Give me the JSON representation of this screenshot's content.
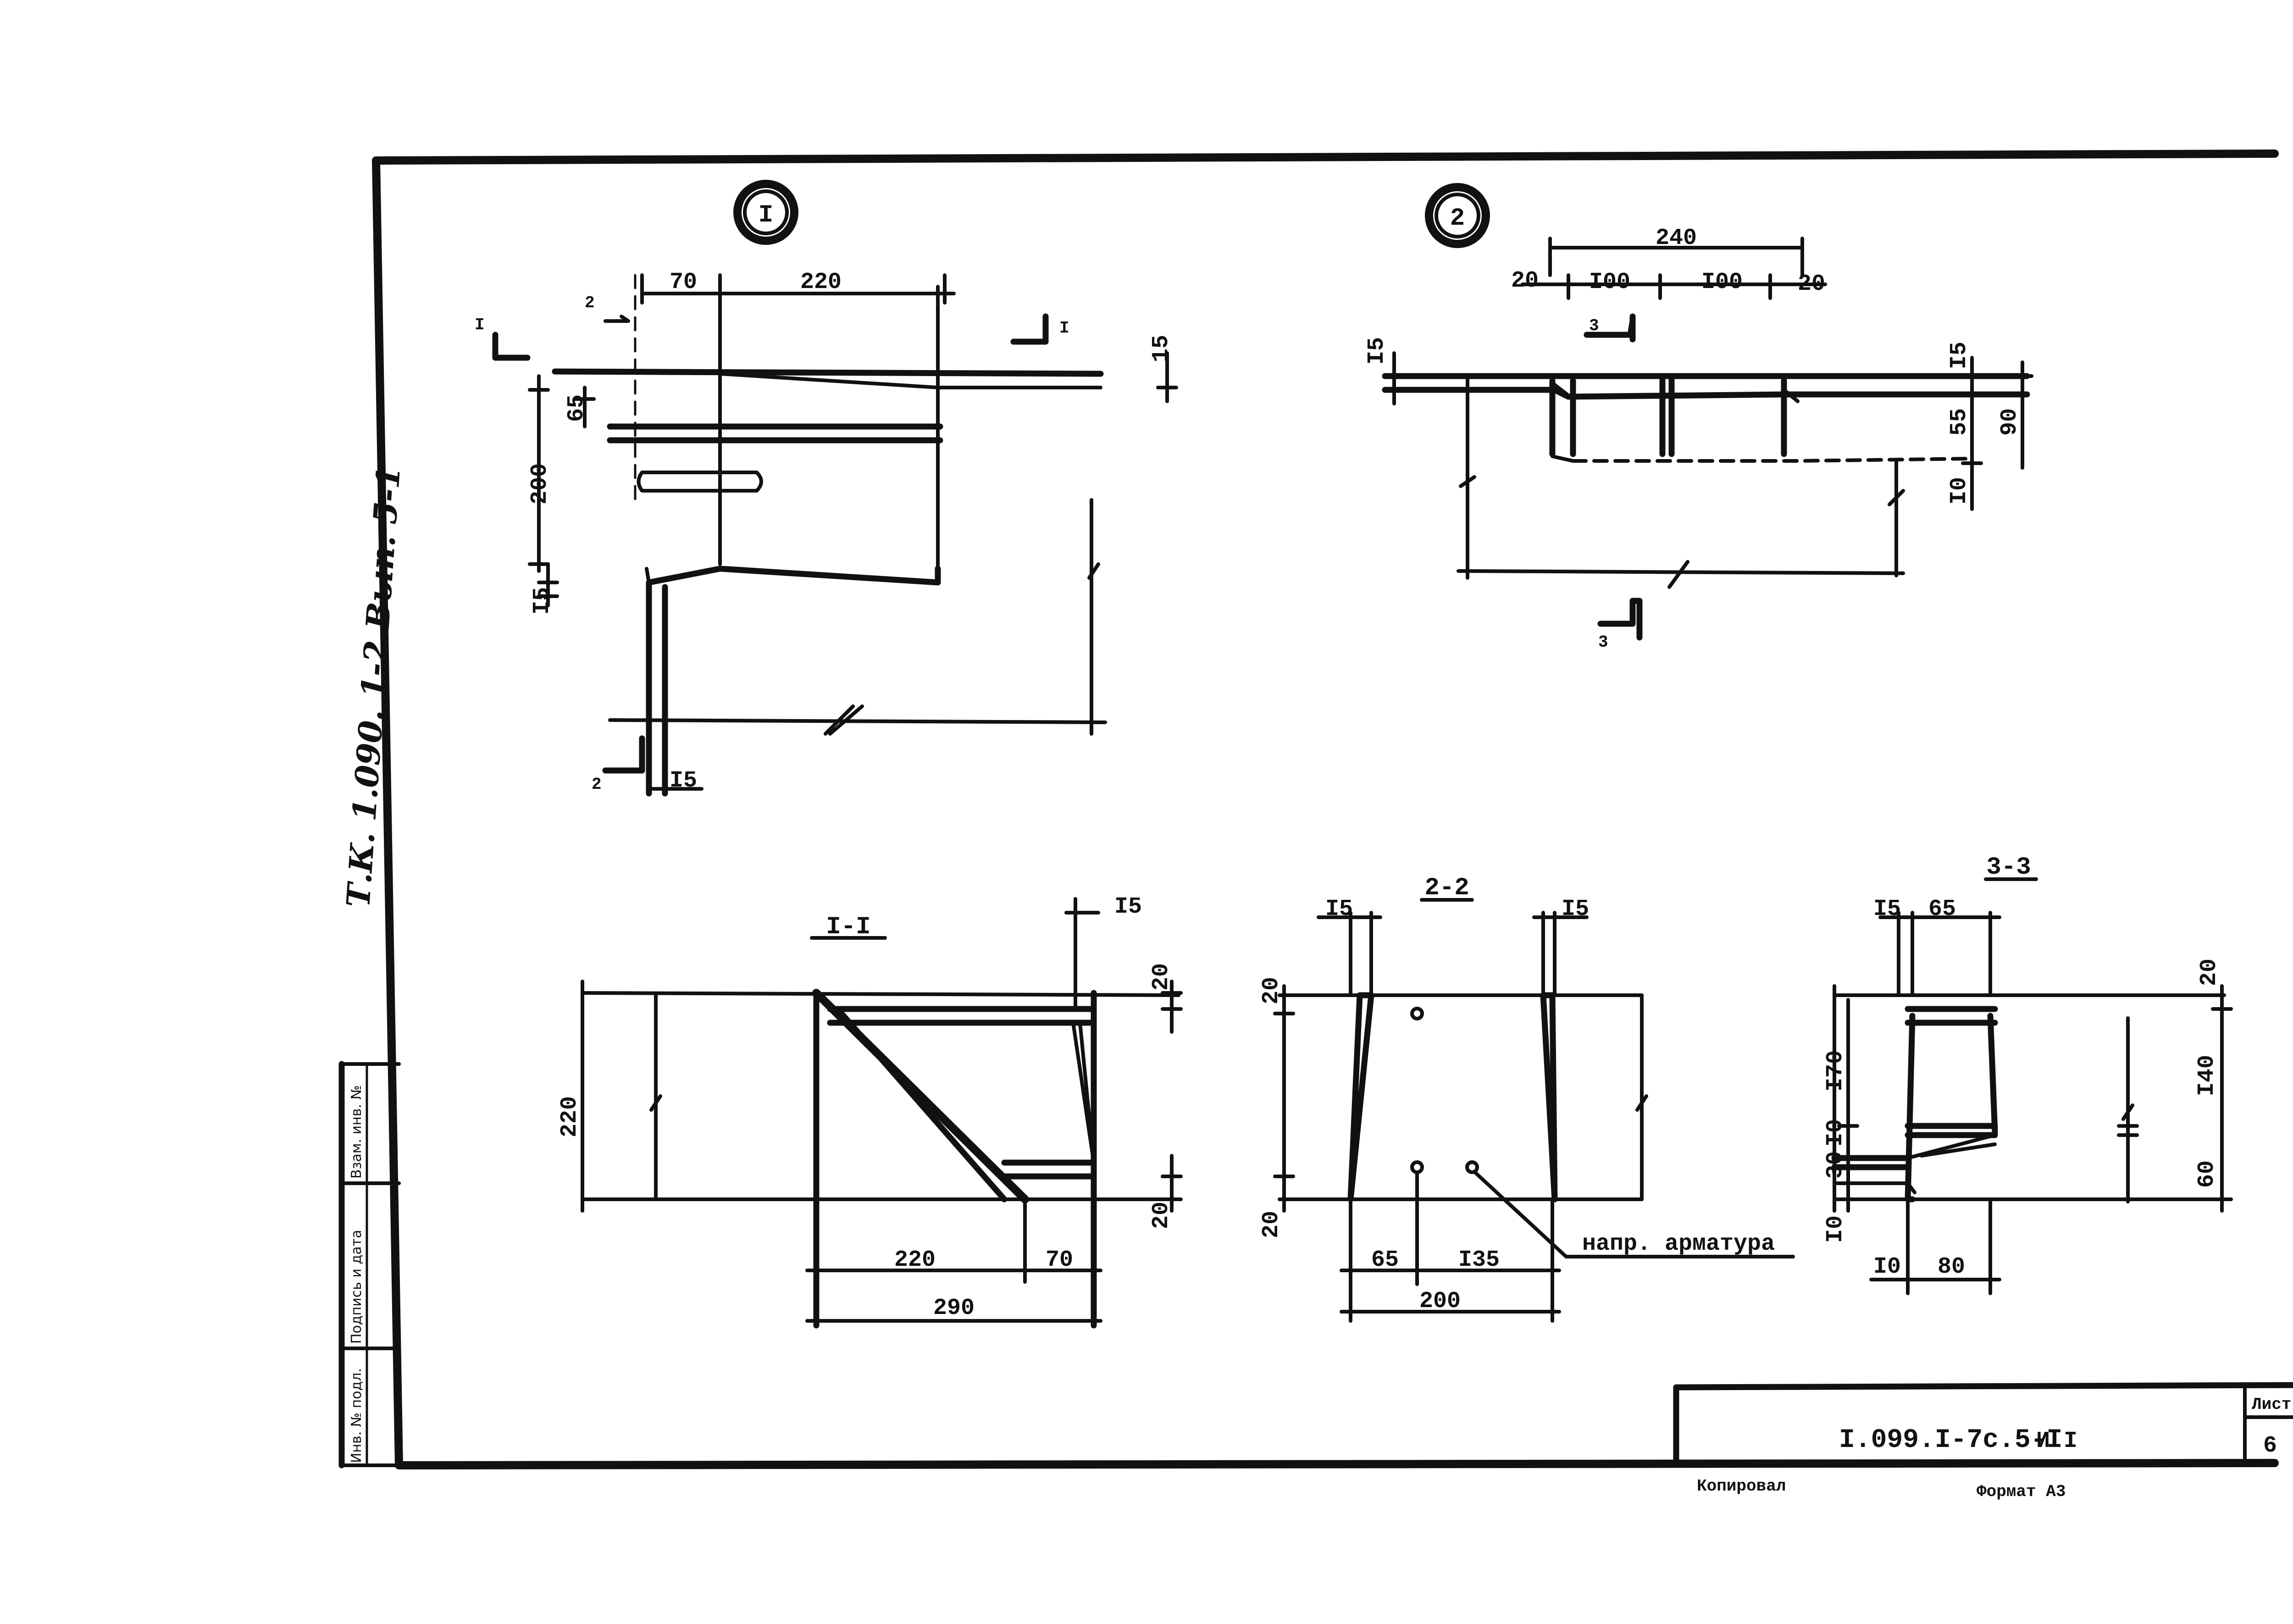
{
  "margin_note": "Т.К. 1.090. 1-2 Вып. 5-1",
  "left_stamp": [
    "Инв. № подл.",
    "Подпись и дата",
    "Взам. инв. №"
  ],
  "node_1": {
    "label": "I",
    "dims": [
      "70",
      "220",
      "15",
      "65",
      "200",
      "I5",
      "I5"
    ],
    "cut_labels": [
      "I",
      "I",
      "2",
      "2"
    ]
  },
  "node_2": {
    "label": "2",
    "dims": [
      "240",
      "20",
      "I00",
      "I00",
      "20",
      "I5",
      "I5",
      "55",
      "90",
      "I0"
    ],
    "cut_labels": [
      "3",
      "3"
    ]
  },
  "section_1_1": {
    "title": "I-I",
    "dims": [
      "I5",
      "20",
      "220",
      "20",
      "220",
      "70",
      "290"
    ]
  },
  "section_2_2": {
    "title": "2-2",
    "dims": [
      "I5",
      "I5",
      "20",
      "20",
      "65",
      "I35",
      "200"
    ],
    "leader_label": "напр. арматура"
  },
  "section_3_3": {
    "title": "3-3",
    "dims": [
      "I5",
      "65",
      "20",
      "I70",
      "I40",
      "I0",
      "30",
      "60",
      "I0",
      "I0",
      "80"
    ]
  },
  "title_block": {
    "code": "I.099.I-7с.5-I",
    "suffix": "И I",
    "sheet_label": "Лист",
    "sheet_no": "6"
  },
  "footer": {
    "copied": "Копировал",
    "format": "Формат А3"
  }
}
